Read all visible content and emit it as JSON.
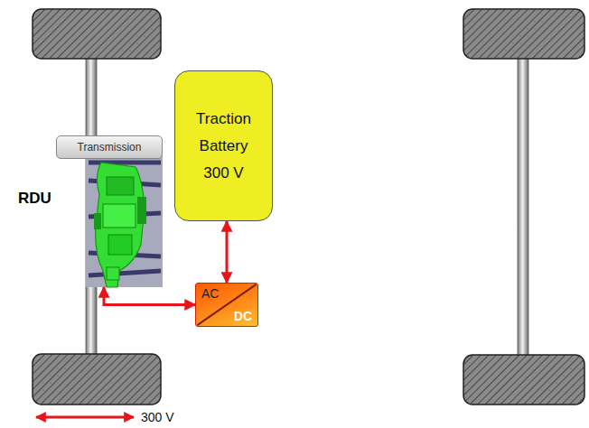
{
  "diagram": {
    "nodes": [
      {
        "text": [
          "RDU"
        ]
      },
      {
        "text": [
          "Transmission"
        ],
        "in": 0
      },
      {
        "text": [
          "Traction Battery 300 V"
        ]
      },
      {
        "text": [
          "AC",
          "DC"
        ]
      }
    ],
    "edges": [
      {
        "from": 2,
        "to": 3,
        "arrow": "both"
      },
      {
        "from": 0,
        "to": 3,
        "arrow": "both"
      }
    ],
    "legend": [
      {
        "text": "300 V"
      }
    ]
  }
}
